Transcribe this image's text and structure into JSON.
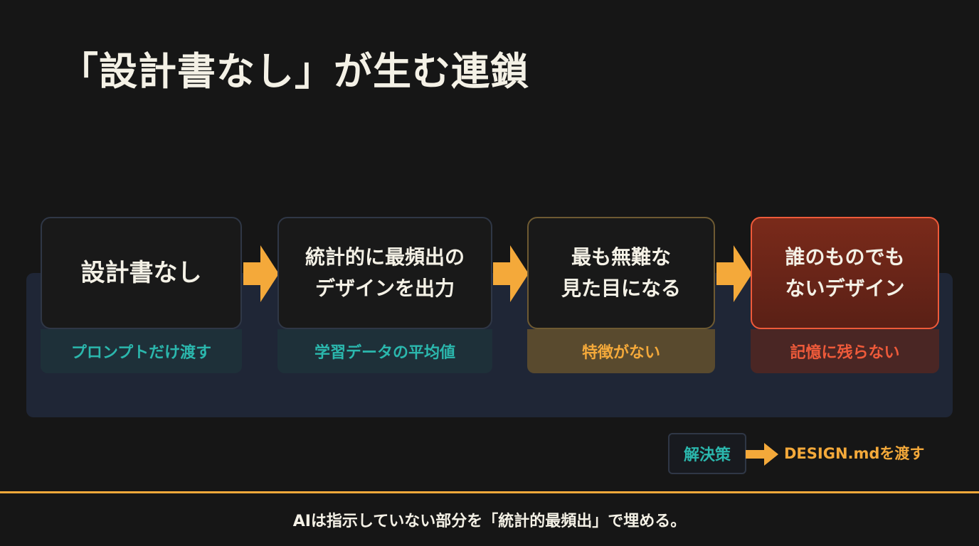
{
  "title": "「設計書なし」が生む連鎖",
  "steps": [
    {
      "lines": [
        "設計書なし"
      ],
      "note": "プロンプトだけ渡す"
    },
    {
      "lines": [
        "統計的に最頻出の",
        "デザインを出力"
      ],
      "note": "学習データの平均値"
    },
    {
      "lines": [
        "最も無難な",
        "見た目になる"
      ],
      "note": "特徴がない"
    },
    {
      "lines": [
        "誰のものでも",
        "ないデザイン"
      ],
      "note": "記憶に残らない"
    }
  ],
  "solution": {
    "label": "解決策",
    "text": "DESIGN.mdを渡す"
  },
  "footer": "AIは指示していない部分を「統計的最頻出」で埋める。",
  "colors": {
    "background": "#161616",
    "accent_orange": "#f4a93a",
    "teal": "#2bb7ad",
    "red": "#ef5a3a",
    "panel": "#1f2636"
  },
  "icons": [
    "arrow-right-icon"
  ]
}
